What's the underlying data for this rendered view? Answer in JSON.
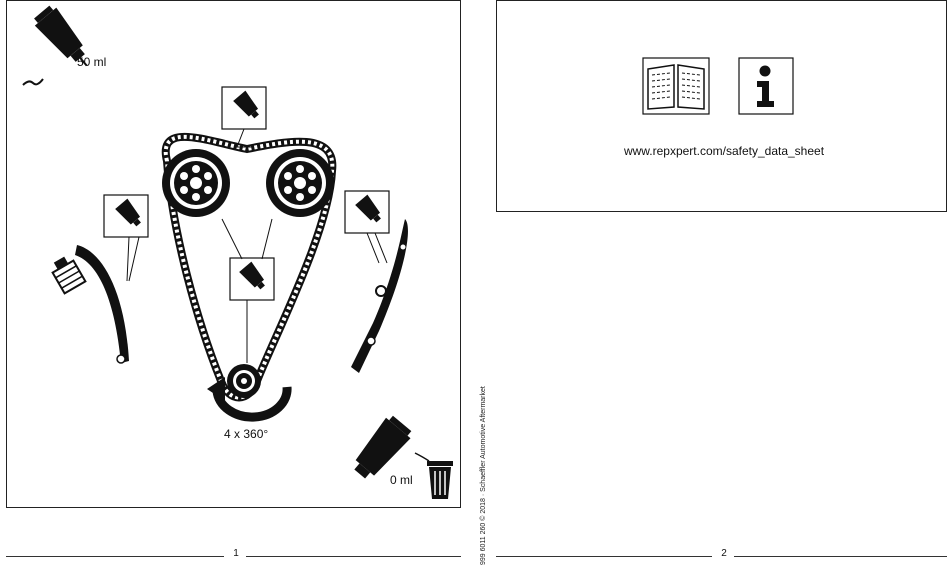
{
  "page1": {
    "volume_top": "50 ml",
    "rotation_label": "4 x 360°",
    "volume_bottom": "0 ml",
    "page_number": "1"
  },
  "page2": {
    "safety_url": "www.repxpert.com/safety_data_sheet",
    "page_number": "2"
  },
  "side_credit": "999 6011 260 © 2018 · Schaeffler Automotive Aftermarket",
  "icons": [
    "lubricant-tube-icon",
    "trash-bin-icon",
    "manual-book-icon",
    "info-icon",
    "rotation-arrow-icon",
    "sprocket-icon",
    "chain-guide-icon",
    "tensioner-icon"
  ],
  "colors": {
    "ink": "#111111",
    "paper": "#ffffff"
  }
}
